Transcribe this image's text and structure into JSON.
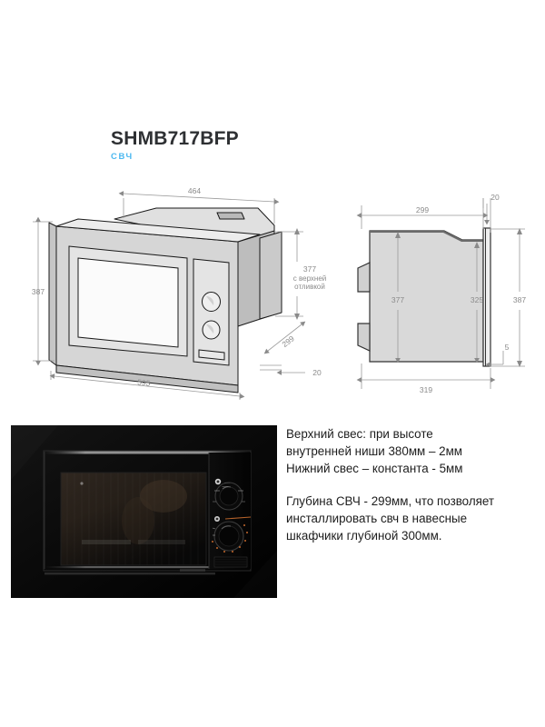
{
  "header": {
    "title": "SHMB717BFP",
    "subtitle": "СВЧ"
  },
  "drawings": {
    "iso": {
      "name": "isometric-view",
      "dimensions": {
        "top_width": "464",
        "left_height": "387",
        "right_height": "377",
        "right_height_note_line1": "с верхней",
        "right_height_note_line2": "отливкой",
        "bottom_width": "595",
        "depth": "299",
        "front_overhang": "20"
      }
    },
    "side": {
      "name": "side-section-view",
      "dimensions": {
        "top_depth": "299",
        "door_thickness": "20",
        "body_height": "377",
        "inner_height": "325",
        "front_height": "387",
        "bottom_overhang": "5",
        "total_depth": "319"
      }
    }
  },
  "photo": {
    "alt_name": "built-in-microwave-black-front"
  },
  "notes": {
    "block1": {
      "line1": "Верхний свес: при высоте",
      "line2": "внутренней ниши 380мм – 2мм",
      "line3": "Нижний свес – константа - 5мм"
    },
    "block2": {
      "line1": "Глубина СВЧ - 299мм, что позволяет",
      "line2": "инсталлировать свч в навесные",
      "line3": "шкафчики глубиной 300мм."
    }
  },
  "colors": {
    "accent": "#4bb8f0",
    "title": "#2e3033",
    "dimension_text": "#8a8a8a",
    "dimension_line": "#9a9a9a",
    "body_fill": "#d9d9d9",
    "body_fill_light": "#e6e6e6",
    "outline": "#1a1a1a",
    "photo_bg": "#050505"
  }
}
